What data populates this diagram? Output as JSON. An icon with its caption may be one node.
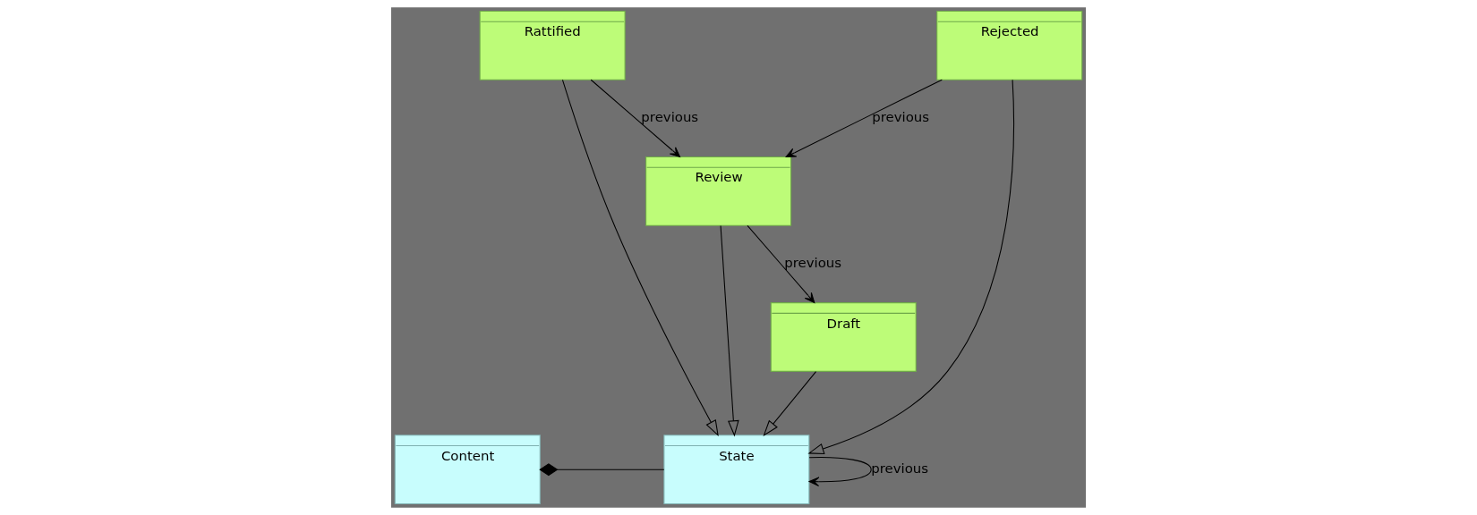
{
  "diagram": {
    "nodes": [
      {
        "text": [
          "Content"
        ]
      },
      {
        "text": [
          "State"
        ]
      },
      {
        "text": [
          "Draft"
        ]
      },
      {
        "text": [
          "Review"
        ]
      },
      {
        "text": [
          "Rattified"
        ]
      },
      {
        "text": [
          "Rejected"
        ]
      }
    ],
    "edges": [
      {
        "from": 0,
        "to": 1,
        "arrow": "other"
      },
      {
        "from": 1,
        "to": 1,
        "arrow": "to",
        "label": "previous"
      },
      {
        "from": 2,
        "to": 1,
        "arrow": "to"
      },
      {
        "from": 3,
        "to": 1,
        "arrow": "to"
      },
      {
        "from": 4,
        "to": 1,
        "arrow": "to"
      },
      {
        "from": 5,
        "to": 1,
        "arrow": "to"
      },
      {
        "from": 3,
        "to": 2,
        "arrow": "to",
        "label": "previous"
      },
      {
        "from": 4,
        "to": 3,
        "arrow": "to",
        "label": "previous"
      },
      {
        "from": 5,
        "to": 3,
        "arrow": "to",
        "label": "previous"
      }
    ]
  }
}
